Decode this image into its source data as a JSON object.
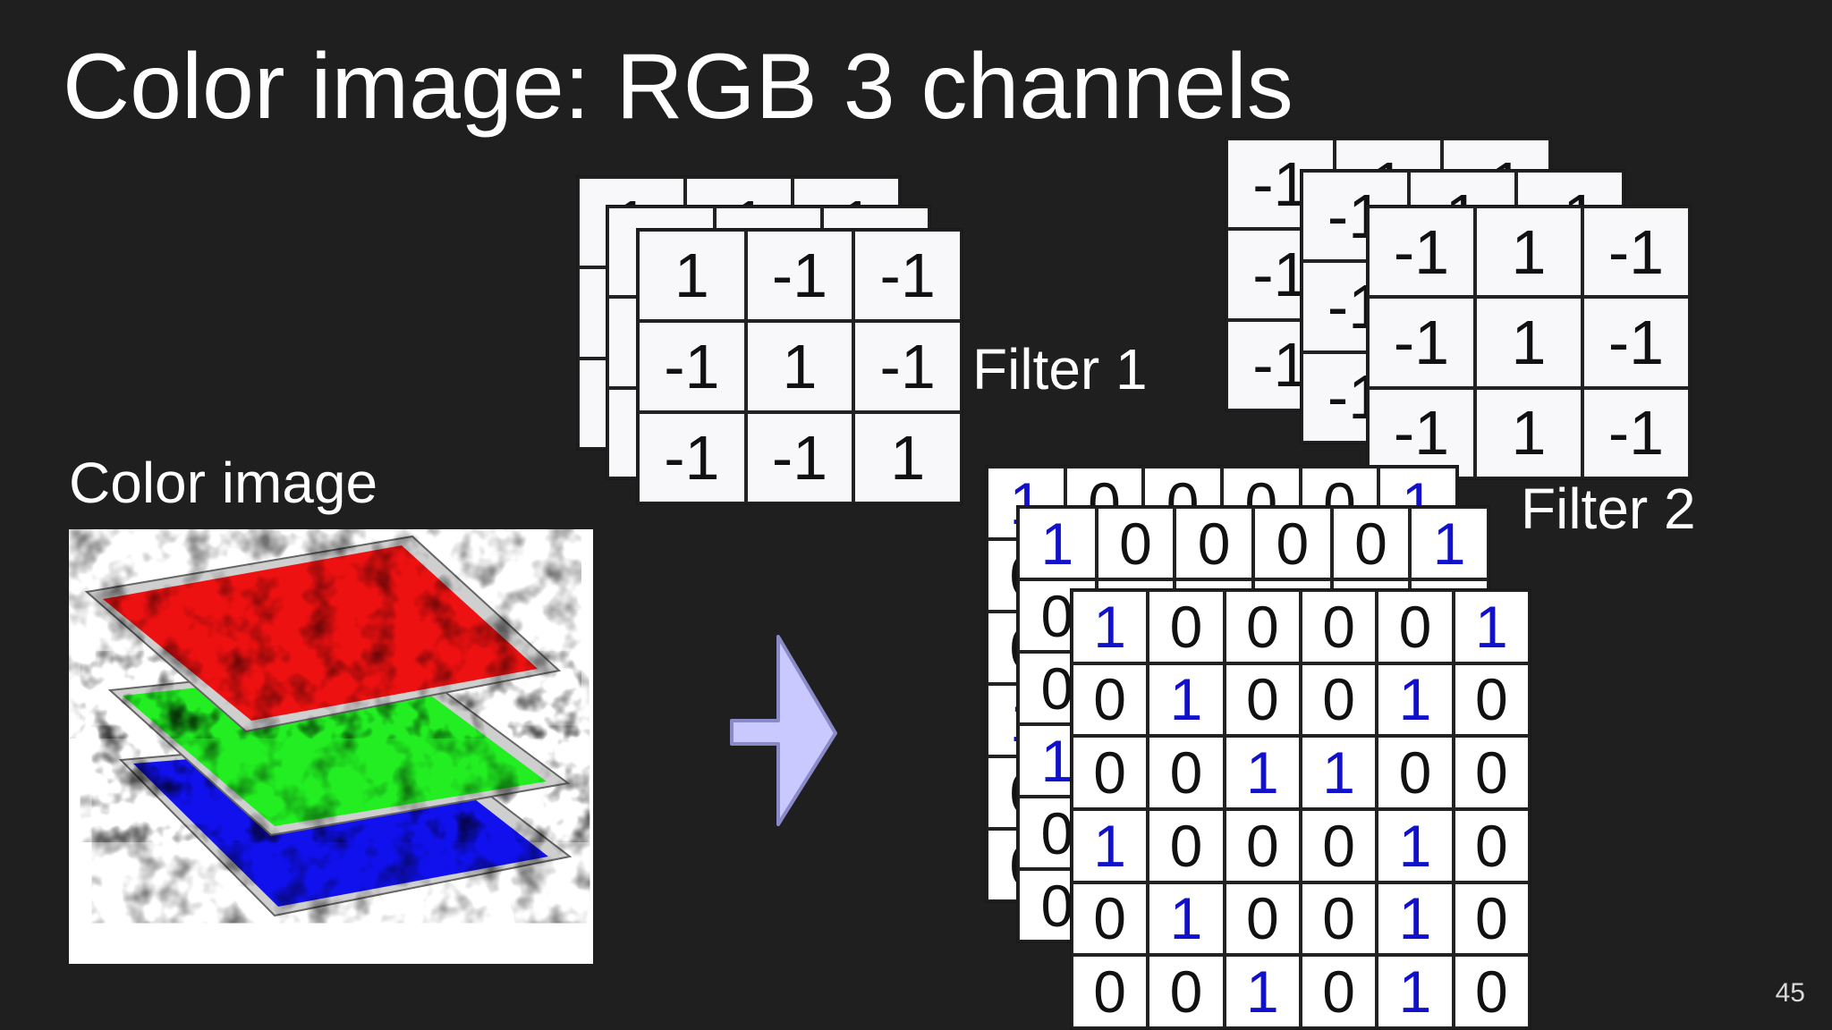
{
  "title": "Color image: RGB 3 channels",
  "color_image_label": "Color image",
  "filter1": {
    "label": "Filter 1",
    "matrix": [
      [
        "1",
        "-1",
        "-1"
      ],
      [
        "-1",
        "1",
        "-1"
      ],
      [
        "-1",
        "-1",
        "1"
      ]
    ]
  },
  "filter2": {
    "label": "Filter 2",
    "matrix": [
      [
        "-1",
        "1",
        "-1"
      ],
      [
        "-1",
        "1",
        "-1"
      ],
      [
        "-1",
        "1",
        "-1"
      ]
    ]
  },
  "image_matrix": [
    [
      "1",
      "0",
      "0",
      "0",
      "0",
      "1"
    ],
    [
      "0",
      "1",
      "0",
      "0",
      "1",
      "0"
    ],
    [
      "0",
      "0",
      "1",
      "1",
      "0",
      "0"
    ],
    [
      "1",
      "0",
      "0",
      "0",
      "1",
      "0"
    ],
    [
      "0",
      "1",
      "0",
      "0",
      "1",
      "0"
    ],
    [
      "0",
      "0",
      "1",
      "0",
      "1",
      "0"
    ]
  ],
  "page_number": "45",
  "colors": {
    "background": "#201f20",
    "one_value": "#1111cc",
    "arrow_fill": "#c9c9ff"
  }
}
